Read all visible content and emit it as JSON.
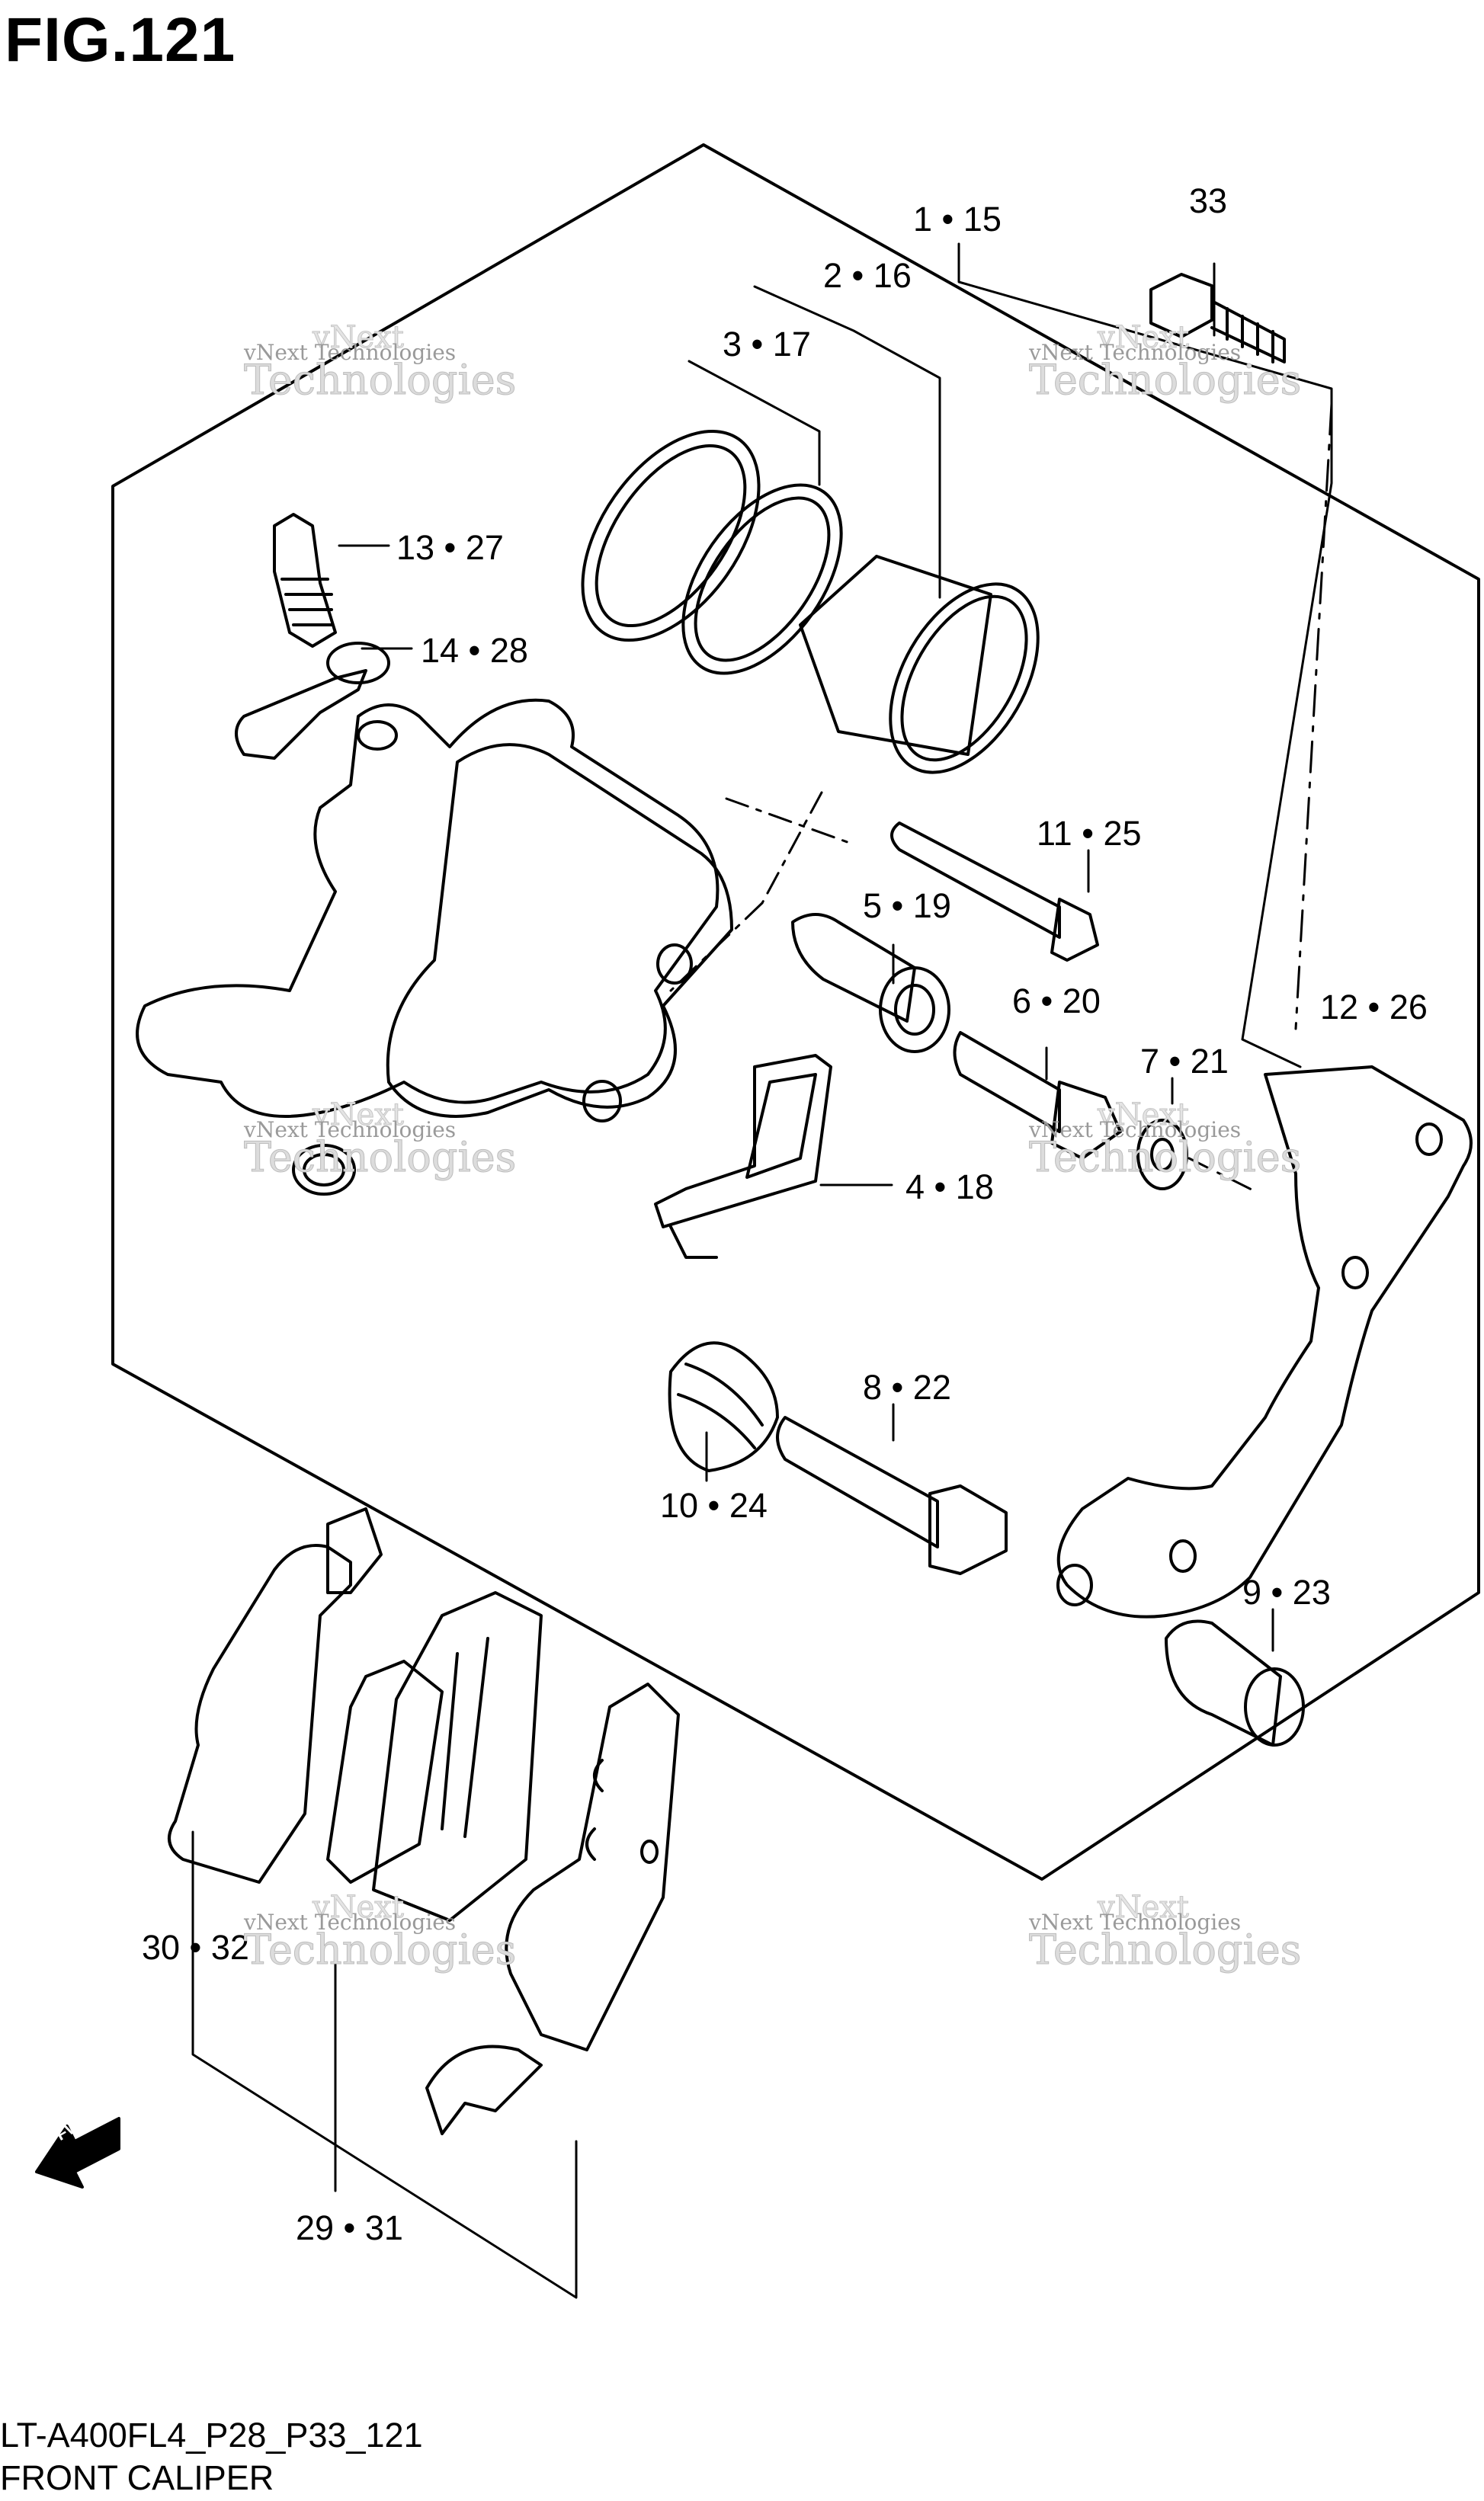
{
  "figure": {
    "title": "FIG.121",
    "model_code": "LT-A400FL4_P28_P33_121",
    "caption": "FRONT CALIPER"
  },
  "callouts": [
    {
      "id": "c-1-15",
      "label": "1 • 15"
    },
    {
      "id": "c-2-16",
      "label": "2 • 16"
    },
    {
      "id": "c-3-17",
      "label": "3 • 17"
    },
    {
      "id": "c-33",
      "label": "33"
    },
    {
      "id": "c-13-27",
      "label": "13 • 27"
    },
    {
      "id": "c-14-28",
      "label": "14 • 28"
    },
    {
      "id": "c-11-25",
      "label": "11 • 25"
    },
    {
      "id": "c-5-19",
      "label": "5 • 19"
    },
    {
      "id": "c-6-20",
      "label": "6 • 20"
    },
    {
      "id": "c-12-26",
      "label": "12 • 26"
    },
    {
      "id": "c-7-21",
      "label": "7 • 21"
    },
    {
      "id": "c-4-18",
      "label": "4 • 18"
    },
    {
      "id": "c-8-22",
      "label": "8 • 22"
    },
    {
      "id": "c-10-24",
      "label": "10 • 24"
    },
    {
      "id": "c-9-23",
      "label": "9 • 23"
    },
    {
      "id": "c-30-32",
      "label": "30 • 32"
    },
    {
      "id": "c-29-31",
      "label": "29 • 31"
    }
  ],
  "watermark": {
    "line0": "vNext",
    "line1": "vNext Technologies",
    "line2": "Technologies"
  },
  "direction_marker": {
    "label": "FWD",
    "icon": "fwd-arrow-icon"
  }
}
